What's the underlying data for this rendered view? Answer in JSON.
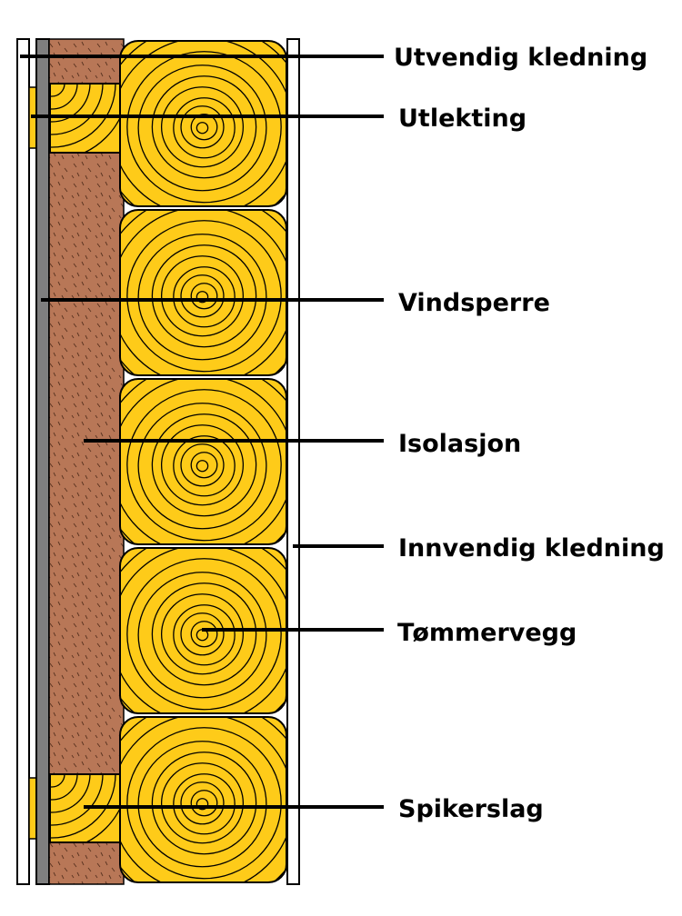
{
  "labels": {
    "utvendig_kledning": "Utvendig kledning",
    "utlekting": "Utlekting",
    "vindsperre": "Vindsperre",
    "isolasjon": "Isolasjon",
    "innvendig_kledning": "Innvendig kledning",
    "tommervegg": "Tømmervegg",
    "spikerslag": "Spikerslag"
  },
  "colors": {
    "insulation": "#b87757",
    "timber": "#fecb19",
    "wind_barrier": "#7f7f7f",
    "cladding": "#ffffff",
    "outline": "#000000"
  },
  "log_count": 5
}
